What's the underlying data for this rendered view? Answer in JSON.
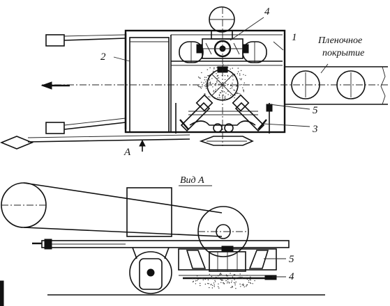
{
  "labels": {
    "n1": "1",
    "n2": "2",
    "n3": "3",
    "n4_top": "4",
    "n5_top": "5",
    "n5_bottom": "5",
    "n4_bottom": "4",
    "view_a": "Вид А",
    "arrow_a": "А",
    "film_line1": "Пленочное",
    "film_line2": "покрытие"
  },
  "colors": {
    "ink": "#111111",
    "paper": "#ffffff"
  }
}
